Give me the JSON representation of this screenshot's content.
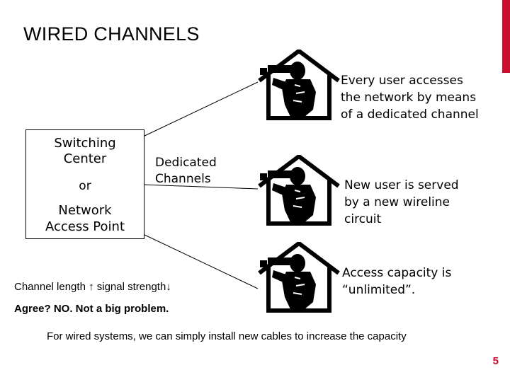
{
  "slide": {
    "title": "WIRED CHANNELS",
    "accent_color": "#c8102e",
    "page_number": "5"
  },
  "switching_box": {
    "line1": "Switching",
    "line2": "Center",
    "or_text": "or",
    "line3": "Network",
    "line4": "Access Point"
  },
  "dedicated": {
    "line1": "Dedicated",
    "line2": "Channels"
  },
  "houses": [
    {
      "icon": "house-with-user-icon",
      "caption": [
        "Every user accesses",
        "the network by means",
        "of a dedicated channel"
      ]
    },
    {
      "icon": "house-with-user-icon",
      "caption": [
        "New user is served",
        "by a new wireline",
        "circuit"
      ]
    },
    {
      "icon": "house-with-user-icon",
      "caption": [
        "Access capacity is",
        "“unlimited”."
      ]
    }
  ],
  "notes": {
    "channel_length": "Channel length ↑ signal strength↓",
    "agree": "Agree? NO. Not a big problem.",
    "summary": "For wired systems, we can simply install new cables to increase the capacity"
  }
}
